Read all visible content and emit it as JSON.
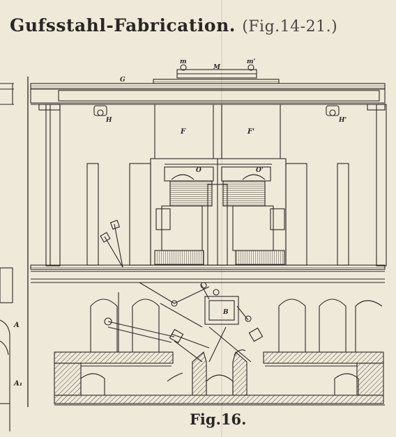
{
  "header": {
    "title": "Gufsstahl-Fabrication.",
    "ref": "(Fig.14-21.)"
  },
  "caption": "Fig.16.",
  "labels": {
    "m": "m",
    "M": "M",
    "m_prime": "m'",
    "G": "G",
    "H": "H",
    "H_prime": "H'",
    "F": "F",
    "F_prime": "F'",
    "O": "O",
    "O_prime": "O'",
    "B": "B",
    "A": "A",
    "A1": "A₁"
  },
  "colors": {
    "paper": "#efe9da",
    "ink": "#2a2622"
  }
}
